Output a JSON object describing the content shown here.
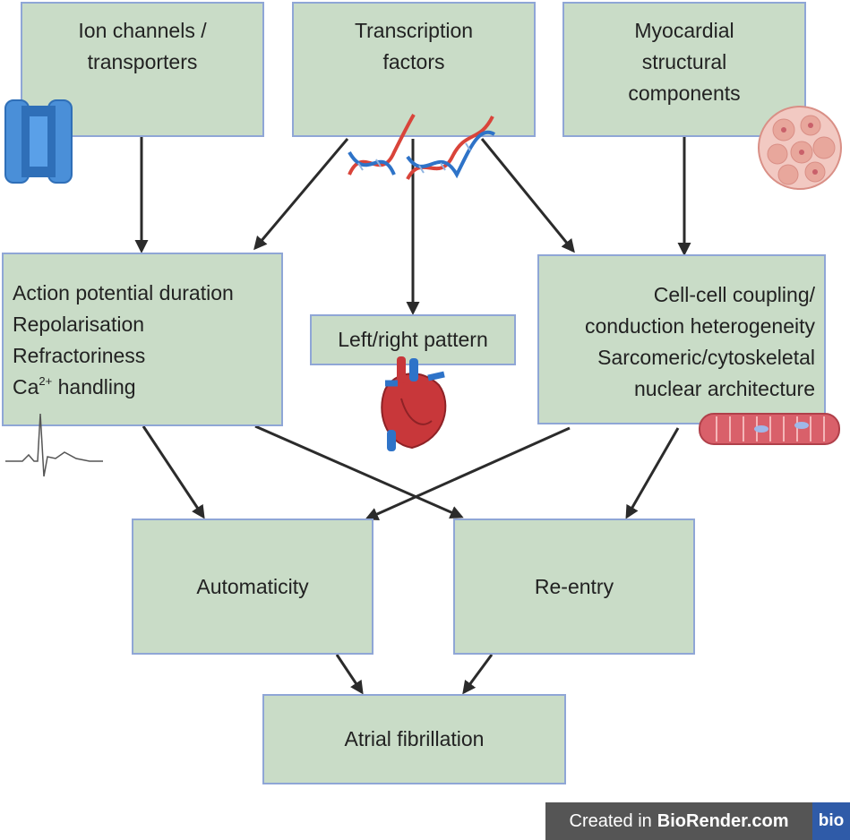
{
  "nodes": {
    "ion": [
      "Ion channels /",
      "transporters"
    ],
    "tf": [
      "Transcription",
      "factors"
    ],
    "myo": [
      "Myocardial",
      "structural",
      "components"
    ],
    "ap": {
      "l1": "Action potential duration",
      "l2": "Repolarisation",
      "l3": "Refractoriness",
      "l4_ca": "Ca",
      "l4_sup": "2+",
      "l4_rest": " handling"
    },
    "lr": "Left/right pattern",
    "cc": [
      "Cell-cell coupling/",
      "conduction heterogeneity",
      "Sarcomeric/cytoskeletal",
      "nuclear architecture"
    ],
    "auto": "Automaticity",
    "reentry": "Re-entry",
    "af": "Atrial fibrillation"
  },
  "badge": {
    "prefix": "Created in",
    "brand": "BioRender.com",
    "logo": "bio"
  },
  "icons": [
    "ion-channel-icon",
    "dna-helix-icon",
    "cardiomyocyte-cluster-icon",
    "ecg-trace-icon",
    "heart-icon",
    "muscle-fiber-icon"
  ],
  "colors": {
    "box_fill": "#c9dcc7",
    "box_border": "#8fa6d6",
    "arrow": "#2b2b2b"
  }
}
